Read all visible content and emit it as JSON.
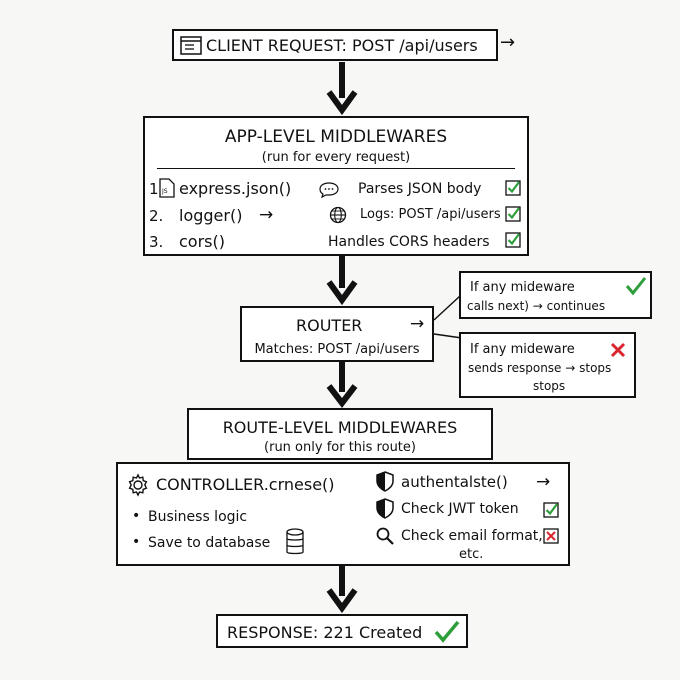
{
  "client": {
    "label": "CLIENT REQUEST: POST /api/users",
    "icon": "browser-window-icon"
  },
  "app": {
    "title": "APP-LEVEL MIDDLEWARES",
    "subtitle": "(run for every request)",
    "rows": [
      {
        "num": "1",
        "name": "express.json()",
        "desc": "Parses JSON body"
      },
      {
        "num": "2.",
        "name": "logger()",
        "desc": "Logs: POST /api/users"
      },
      {
        "num": "3.",
        "name": "cors()",
        "desc": "Handles CORS headers"
      }
    ]
  },
  "router": {
    "title": "ROUTER",
    "sub": "Matches: POST /api/users"
  },
  "notes": {
    "next": {
      "l1": "If any mideware",
      "l2": "calls next) → continues"
    },
    "stop": {
      "l1": "If any mideware",
      "l2": "sends response → stops",
      "l3": "stops"
    }
  },
  "route": {
    "title": "ROUTE-LEVEL MIDDLEWARES",
    "subtitle": "(run only for this route)"
  },
  "controller": {
    "title": "CONTROLLER.crnese()",
    "bullets": [
      "Business logic",
      "Save to database"
    ],
    "auth": "authentalste()",
    "jwt": "Check JWT token",
    "email1": "Check email format,",
    "email2": "etc."
  },
  "response": {
    "label": "RESPONSE: 221 Created"
  },
  "colors": {
    "check": "#2e9e3a",
    "cross": "#d9262e"
  }
}
